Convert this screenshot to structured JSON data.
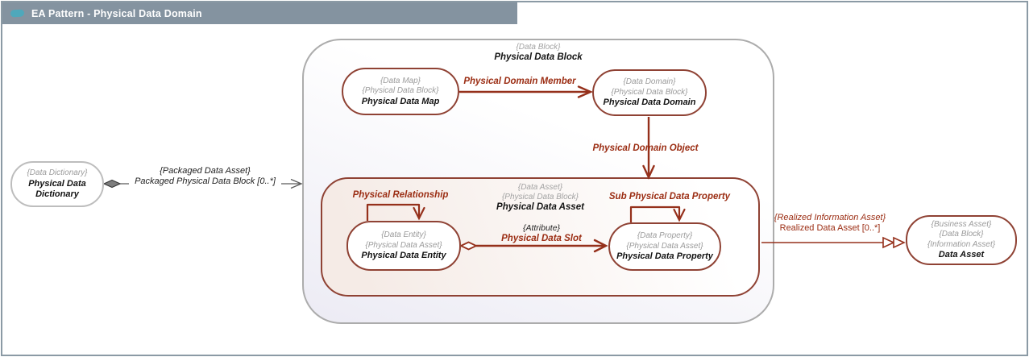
{
  "window": {
    "title": "EA Pattern - Physical Data Domain"
  },
  "colors": {
    "titlebar_bg": "#8493A0",
    "titlebar_icon": "#4FA8BB",
    "maroon_border": "#8F4234",
    "maroon_arrow": "#95301B",
    "maroon_label": "#9B2D13",
    "gray_border": "#BDBDBD",
    "stereotype_gray": "#A3A3A3"
  },
  "containers": {
    "physical_data_block": {
      "stereotypes": [
        "{Data Block}"
      ],
      "name": "Physical Data Block"
    },
    "physical_data_asset": {
      "stereotypes": [
        "{Data Asset}",
        "{Physical Data Block}"
      ],
      "name": "Physical Data Asset"
    }
  },
  "nodes": {
    "physical_data_dictionary": {
      "stereotypes": [
        "{Data Dictionary}"
      ],
      "name": "Physical Data Dictionary"
    },
    "physical_data_map": {
      "stereotypes": [
        "{Data Map}",
        "{Physical Data Block}"
      ],
      "name": "Physical Data Map"
    },
    "physical_data_domain": {
      "stereotypes": [
        "{Data Domain}",
        "{Physical Data Block}"
      ],
      "name": "Physical Data Domain"
    },
    "physical_data_entity": {
      "stereotypes": [
        "{Data Entity}",
        "{Physical Data Asset}"
      ],
      "name": "Physical Data Entity"
    },
    "physical_data_property": {
      "stereotypes": [
        "{Data Property}",
        "{Physical Data Asset}"
      ],
      "name": "Physical Data Property"
    },
    "data_asset": {
      "stereotypes": [
        "{Business Asset}",
        "{Data Block}",
        "{Information Asset}"
      ],
      "name": "Data Asset"
    }
  },
  "connectors": {
    "packaged": {
      "stereotype": "{Packaged Data Asset}",
      "label": "Packaged Physical Data Block [0..*]"
    },
    "domain_member": {
      "label": "Physical Domain Member"
    },
    "domain_object": {
      "label": "Physical Domain Object"
    },
    "physical_relationship": {
      "label": "Physical Relationship"
    },
    "data_slot": {
      "stereotype": "{Attribute}",
      "label": "Physical Data Slot"
    },
    "sub_property": {
      "label": "Sub Physical Data Property"
    },
    "realized": {
      "stereotype": "{Realized Information Asset}",
      "label": "Realized Data Asset [0..*]"
    }
  }
}
